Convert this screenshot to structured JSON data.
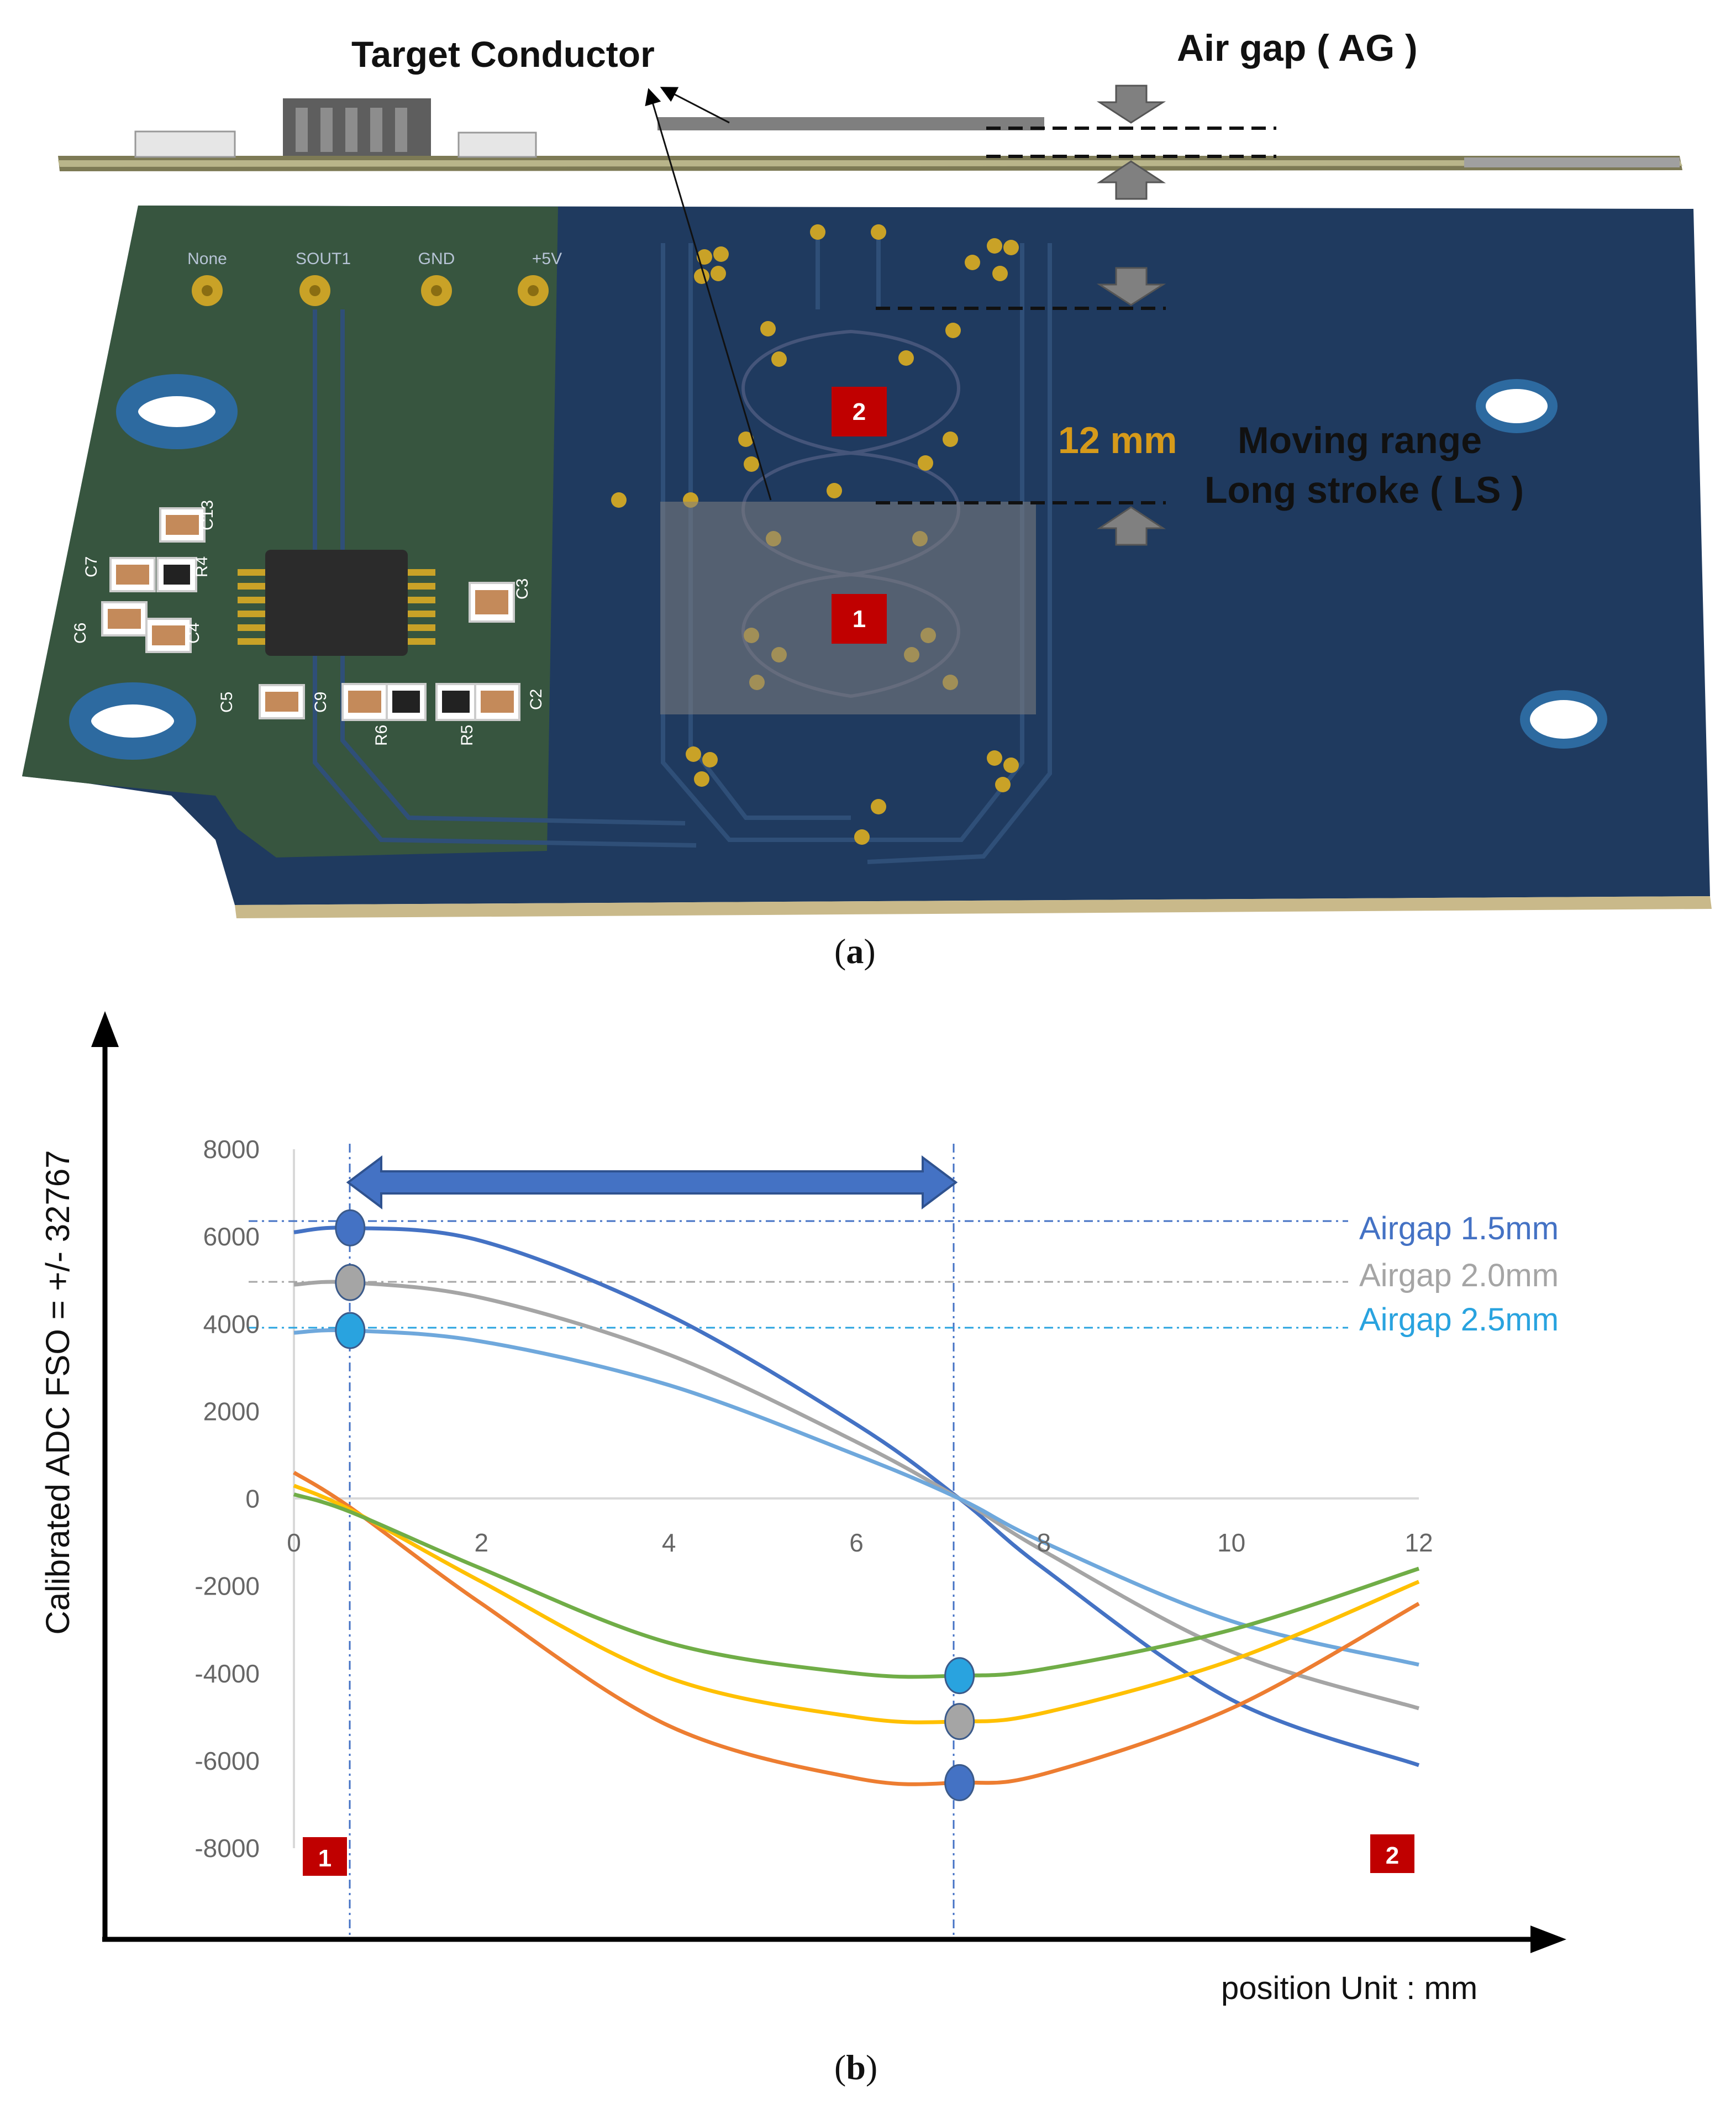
{
  "panel_a": {
    "label_prefix": "(",
    "label_letter": "a",
    "label_suffix": ")",
    "target_conductor": "Target Conductor",
    "air_gap": "Air gap ( AG )",
    "moving_range_value": "12 mm",
    "moving_range": "Moving range",
    "long_stroke": "Long stroke ( LS )",
    "marker_1": "1",
    "marker_2": "2",
    "pads": [
      "None",
      "SOUT1",
      "GND",
      "+5V"
    ],
    "components": [
      "C13",
      "C7",
      "R4",
      "C6",
      "C4",
      "C3",
      "C5",
      "C9",
      "R6",
      "R5",
      "C2"
    ],
    "colors": {
      "pcb_blue": "#1f3a5f",
      "pcb_green": "#3c5a3a",
      "gold": "#c9a227",
      "marker_red": "#c00000",
      "moving_range_value": "#d69a1a"
    }
  },
  "panel_b": {
    "label_prefix": "(",
    "label_letter": "b",
    "label_suffix": ")",
    "y_axis_title": "Calibrated ADC FSO  =  +/-  32767",
    "x_axis_title": "position Unit : mm",
    "marker_1": "1",
    "marker_2": "2",
    "legend": [
      {
        "label": "Airgap 1.5mm",
        "color": "#4472c4"
      },
      {
        "label": "Airgap 2.0mm",
        "color": "#a5a5a5"
      },
      {
        "label": "Airgap 2.5mm",
        "color": "#29a3df"
      }
    ]
  },
  "chart_data": {
    "type": "line",
    "x_ticks": [
      "0",
      "2",
      "4",
      "6",
      "8",
      "10",
      "12"
    ],
    "y_ticks": [
      "8000",
      "6000",
      "4000",
      "2000",
      "0",
      "-2000",
      "-4000",
      "-6000",
      "-8000"
    ],
    "xlim": [
      0,
      12
    ],
    "ylim": [
      -8000,
      8000
    ],
    "grid": false,
    "stroke_range": [
      0.6,
      7.1
    ],
    "series": [
      {
        "color": "#4472c4",
        "x": [
          0,
          0.6,
          2,
          4,
          6,
          7.1,
          8,
          10,
          12
        ],
        "y": [
          6100,
          6200,
          5900,
          4200,
          1700,
          0,
          -1600,
          -4600,
          -6100
        ]
      },
      {
        "color": "#a5a5a5",
        "x": [
          0,
          0.6,
          2,
          4,
          6,
          7.1,
          8,
          10,
          12
        ],
        "y": [
          4900,
          4950,
          4600,
          3300,
          1300,
          0,
          -1200,
          -3500,
          -4800
        ]
      },
      {
        "color": "#6fa8dc",
        "x": [
          0,
          0.6,
          2,
          4,
          6,
          7.1,
          8,
          10,
          12
        ],
        "y": [
          3800,
          3850,
          3600,
          2600,
          1000,
          0,
          -1000,
          -2800,
          -3800
        ]
      },
      {
        "color": "#ed7d31",
        "x": [
          0,
          0.6,
          2,
          4,
          6,
          7.1,
          8,
          10,
          12
        ],
        "y": [
          600,
          -200,
          -2400,
          -5200,
          -6400,
          -6500,
          -6300,
          -4800,
          -2400
        ]
      },
      {
        "color": "#ffc000",
        "x": [
          0,
          0.6,
          2,
          4,
          6,
          7.1,
          8,
          10,
          12
        ],
        "y": [
          300,
          -250,
          -1900,
          -4100,
          -5000,
          -5100,
          -4900,
          -3700,
          -1900
        ]
      },
      {
        "color": "#70ad47",
        "x": [
          0,
          0.6,
          2,
          4,
          6,
          7.1,
          8,
          10,
          12
        ],
        "y": [
          100,
          -300,
          -1600,
          -3300,
          -4000,
          -4050,
          -3900,
          -3000,
          -1600
        ]
      }
    ],
    "markers": [
      {
        "x": 0.6,
        "y": 6200,
        "color": "#4472c4"
      },
      {
        "x": 0.6,
        "y": 4950,
        "color": "#a5a5a5"
      },
      {
        "x": 0.6,
        "y": 3850,
        "color": "#29a3df"
      },
      {
        "x": 7.1,
        "y": -4050,
        "color": "#29a3df"
      },
      {
        "x": 7.1,
        "y": -5100,
        "color": "#a5a5a5"
      },
      {
        "x": 7.1,
        "y": -6500,
        "color": "#4472c4"
      }
    ]
  }
}
